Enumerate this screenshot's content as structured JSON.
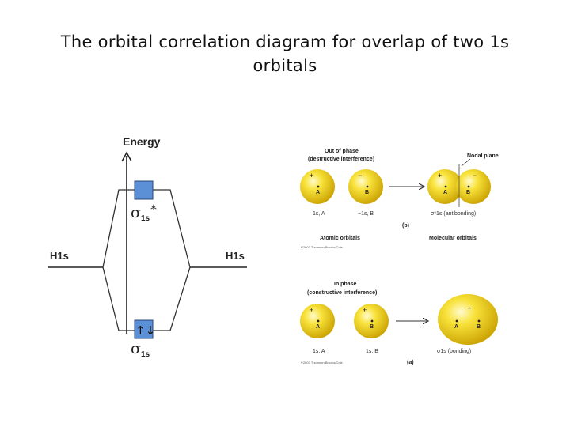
{
  "title_line1": "The orbital correlation diagram for overlap of two 1s",
  "title_line2": "orbitals",
  "energy_diagram": {
    "axis_label": "Energy",
    "left_level": "H1s",
    "right_level": "H1s",
    "antibonding_symbol": "σ",
    "antibonding_sub": "1s",
    "antibonding_star": "*",
    "bonding_symbol": "σ",
    "bonding_sub": "1s",
    "electron_arrows": "↑↓",
    "box_color": "#5b8fd6"
  },
  "out_of_phase": {
    "heading_line1": "Out of phase",
    "heading_line2": "(destructive interference)",
    "nodal_plane": "Nodal plane",
    "sign_left": "+",
    "sign_right": "−",
    "label_a": "A",
    "label_b": "B",
    "caption_left": "1s, A",
    "caption_right": "−1s, B",
    "mo_sign_left": "+",
    "mo_sign_right": "−",
    "mo_caption": "σ*1s (antibonding)",
    "panel_tag": "(b)",
    "atomic_orbitals": "Atomic orbitals",
    "molecular_orbitals": "Molecular orbitals",
    "copyright": "©2003 Thomson-Brooks/Cole"
  },
  "in_phase": {
    "heading_line1": "In phase",
    "heading_line2": "(constructive interference)",
    "sign_left": "+",
    "sign_right": "+",
    "label_a": "A",
    "label_b": "B",
    "caption_left": "1s, A",
    "caption_right": "1s, B",
    "mo_sign": "+",
    "mo_caption": "σ1s (bonding)",
    "panel_tag": "(a)",
    "copyright": "©2003 Thomson-Brooks/Cole"
  },
  "colors": {
    "orbital_light": "#fff27a",
    "orbital_dark": "#c9a800",
    "line": "#333333"
  }
}
